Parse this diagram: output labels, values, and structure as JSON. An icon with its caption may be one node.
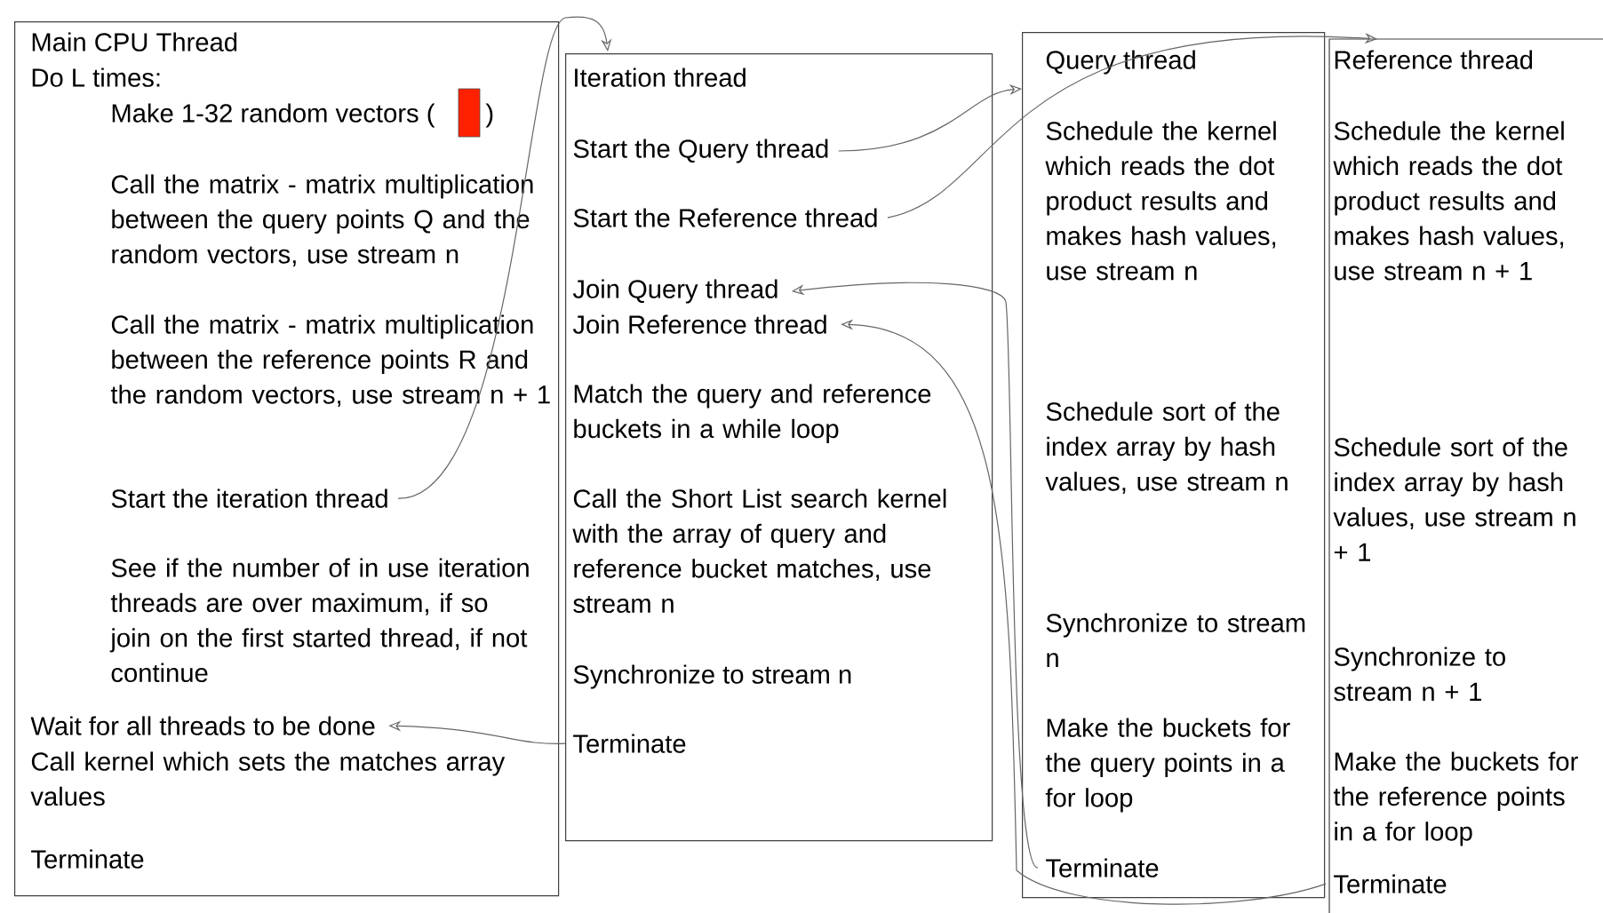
{
  "diagram": {
    "nodes": [
      {
        "text": [
          "Main CPU Thread",
          "Do L times:",
          "Make 1-32 random vectors (",
          ")",
          "Call the matrix - matrix multiplication between the query points Q and the random vectors, use stream n",
          "Call the matrix - matrix multiplication between the reference points R and the random vectors, use stream n + 1",
          "See if the number of in use iteration threads are over maximum, if so join on the first started thread, if not continue",
          "Call kernel which sets the matches array values",
          "Terminate"
        ]
      },
      {
        "text": [
          "Start the iteration thread"
        ],
        "in": 0
      },
      {
        "text": [
          "Wait for all threads to be done"
        ],
        "in": 0
      },
      {
        "text": [
          "Iteration thread",
          "Match the query and reference buckets in a while loop",
          "Call the Short List search kernel with the array of query and reference bucket matches, use stream n",
          "Synchronize to stream n"
        ]
      },
      {
        "text": [
          "Start the Query thread"
        ],
        "in": 3
      },
      {
        "text": [
          "Start the Reference thread"
        ],
        "in": 3
      },
      {
        "text": [
          "Join Query thread"
        ],
        "in": 3
      },
      {
        "text": [
          "Join Reference thread"
        ],
        "in": 3
      },
      {
        "text": [
          "Terminate"
        ],
        "in": 3
      },
      {
        "text": [
          "Query thread",
          "Schedule the kernel which reads the dot product results and makes hash values, use stream n",
          "Schedule sort of the index array by hash values, use stream n",
          "Synchronize to stream n",
          "Make the buckets for the query points in a for loop"
        ]
      },
      {
        "text": [
          "Terminate"
        ],
        "in": 9
      },
      {
        "text": [
          "Reference thread",
          "Schedule the kernel which reads the dot product results and makes hash values, use stream n + 1",
          "Schedule sort of the index array by hash values, use stream n + 1",
          "Synchronize to stream n + 1",
          "Make the buckets for the reference points in a for loop"
        ]
      },
      {
        "text": [
          "Terminate"
        ],
        "in": 11
      }
    ],
    "edges": [
      {
        "from": 1,
        "to": 3,
        "arrow": "to"
      },
      {
        "from": 4,
        "to": 9,
        "arrow": "to"
      },
      {
        "from": 5,
        "to": 11,
        "arrow": "to"
      },
      {
        "from": 10,
        "to": 6,
        "arrow": "to"
      },
      {
        "from": 12,
        "to": 7,
        "arrow": "to"
      },
      {
        "from": 8,
        "to": 2,
        "arrow": "to"
      }
    ]
  }
}
